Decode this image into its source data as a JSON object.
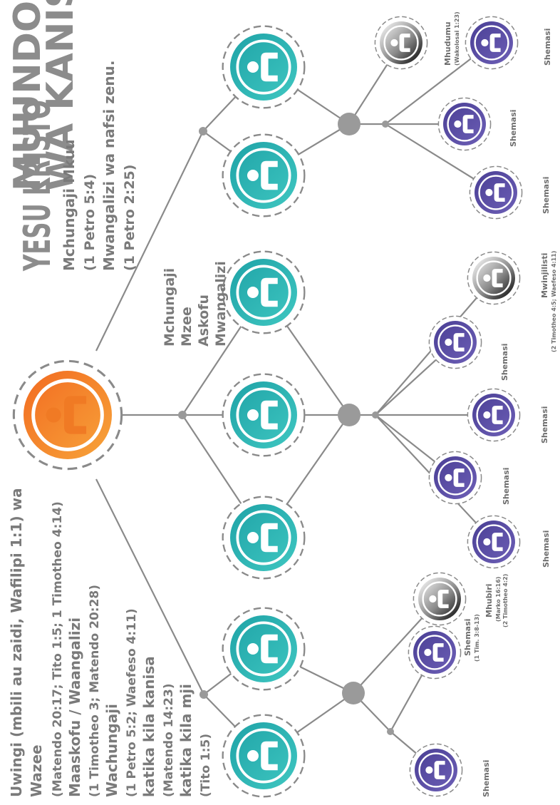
{
  "title": {
    "line1": "MUUNDO",
    "line2": "WA KANISA"
  },
  "christ": {
    "name": "YESU KRISTO",
    "lines": [
      "Mchungaji Mkuu",
      "(1 Petro 5:4)",
      "Mwangalizi wa nafsi zenu.",
      "(1 Petro 2:25)"
    ]
  },
  "elders_roles": [
    "Mchungaji",
    "Mzee",
    "Askofu",
    "Mwangalizi"
  ],
  "description": [
    "Uwingi (mbili au zaidi, Wafilipi 1:1) wa",
    "Wazee",
    "(Matendo 20:17; Tito 1:5; 1 Timotheo 4:14)",
    "Maaskofu / Waangalizi",
    "(1 Timotheo 3; Matendo 20:28)",
    "Wachungaji",
    "(1 Petro 5:2; Waefeso 4:11)",
    "katika kila kanisa",
    "(Matendo 14:23)",
    "katika kila mji",
    "(Tito 1:5)"
  ],
  "labels": {
    "shemasi": "Shemasi",
    "shemasi_ref": "(1 Tim. 3:8-13)",
    "mhudumu": "Mhudumu",
    "mhudumu_ref": "(Wakolosai 1:23)",
    "mwinjilisti": "Mwinjilisti",
    "mwinjilisti_ref": "(2 Timotheo 4:5; Waefeso 4:11)",
    "mhubiri": "Mhubiri",
    "mhubiri_ref1": "(Marko 16:16)",
    "mhubiri_ref2": "(2 Timotheo 4:2)"
  },
  "colors": {
    "teal": "#2fb3b5",
    "purple": "#5a4ca0",
    "orange": "#f07a24",
    "line": "#8a8a8a",
    "title": "#8c8c8c"
  },
  "icons": {
    "christ": "person-icon-orange",
    "elder": "person-icon-teal",
    "deacon": "person-icon-purple",
    "minister": "person-icon-gray"
  }
}
